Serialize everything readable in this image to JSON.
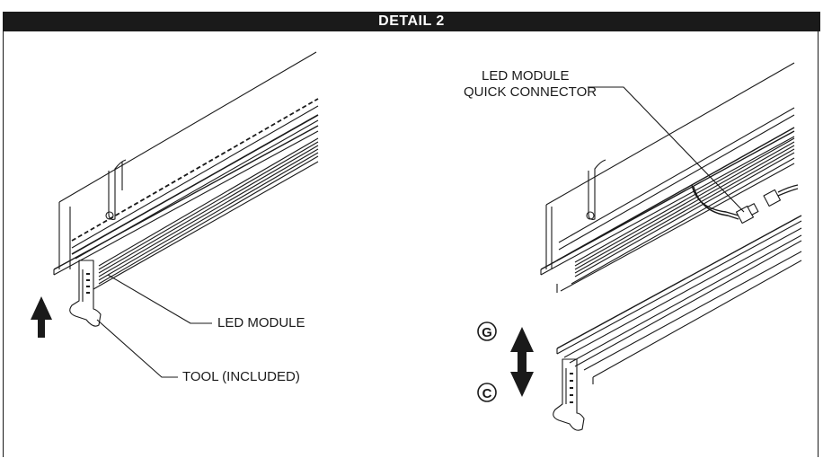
{
  "header": {
    "title": "DETAIL 2"
  },
  "callouts": {
    "led_module": "LED MODULE",
    "tool": "TOOL (INCLUDED)",
    "connector_line1": "LED MODULE",
    "connector_line2": "QUICK CONNECTOR"
  },
  "markers": {
    "up": "G",
    "down": "C"
  },
  "colors": {
    "ink": "#1a1a1a",
    "paper": "#ffffff"
  }
}
